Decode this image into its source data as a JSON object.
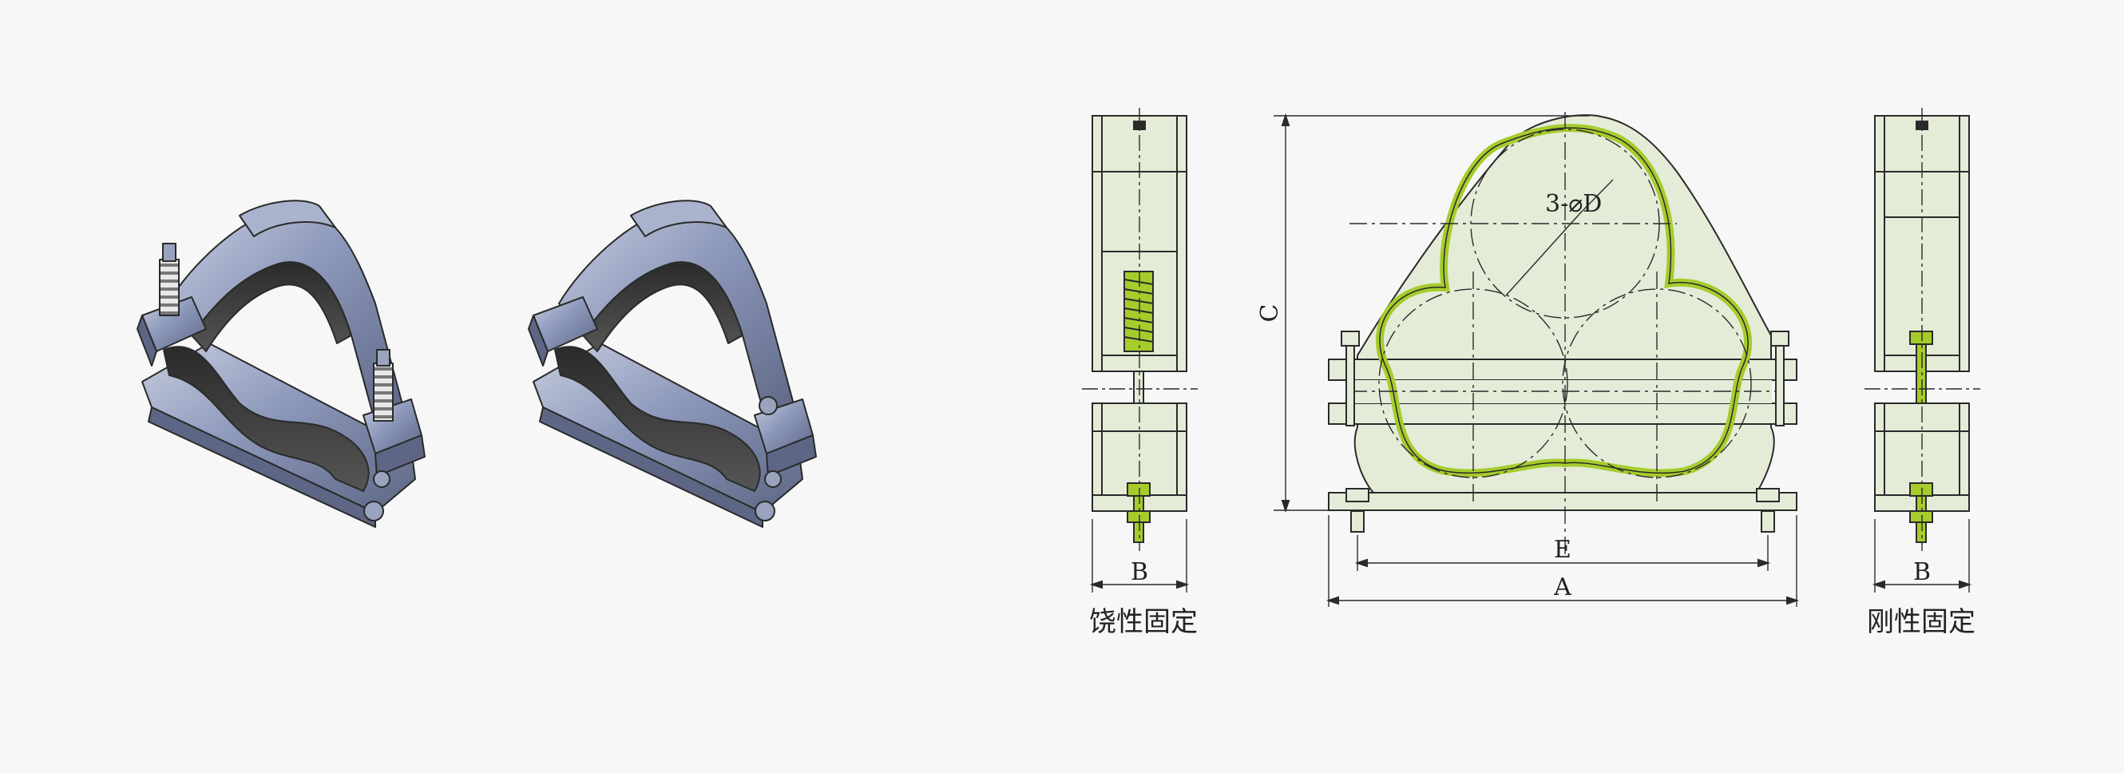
{
  "views": {
    "flexible_caption": "饶性固定",
    "rigid_caption": "刚性固定"
  },
  "dimensions": {
    "a": "A",
    "b_left": "B",
    "b_right": "B",
    "c": "C",
    "e": "E",
    "hole_callout": "3-⌀D"
  },
  "colors": {
    "background": "#f7f7f7",
    "fill_pale": "#e4ecd8",
    "liner_green": "#a6cc2c",
    "metal_blue": "#8c98ba",
    "metal_dark": "#5d6684",
    "rubber": "#3c3c3c",
    "outline": "#2a2a2a"
  }
}
